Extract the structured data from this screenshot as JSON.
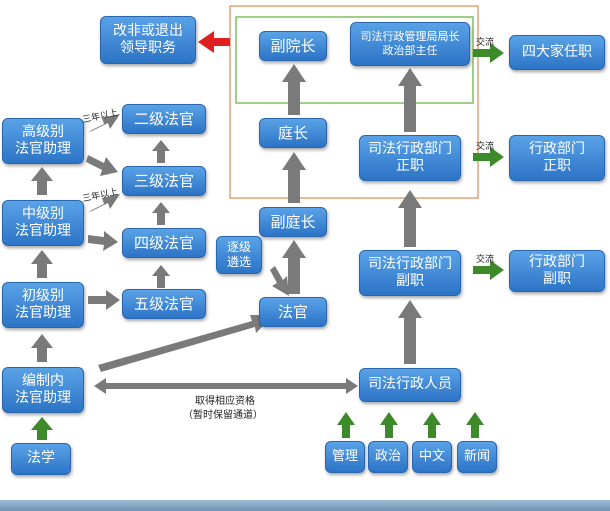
{
  "nodes": {
    "quit_leader": "改非或退出\n领导职务",
    "vice_president": "副院长",
    "director_political": "司法行政管理局局长\n政治部主任",
    "four_big": "四大家任职",
    "senior_assistant": "高级别\n法官助理",
    "judge_2": "二级法官",
    "chief_judge": "庭长",
    "admin_head": "司法行政部门\n正职",
    "admin_dept_head": "行政部门\n正职",
    "judge_3": "三级法官",
    "mid_assistant": "中级别\n法官助理",
    "vice_chief_judge": "副庭长",
    "judge_4": "四级法官",
    "select": "逐级\n遴选",
    "admin_deputy": "司法行政部门\n副职",
    "admin_dept_deputy": "行政部门\n副职",
    "junior_assistant": "初级别\n法官助理",
    "judge_5": "五级法官",
    "judge": "法官",
    "staff_assistant": "编制内\n法官助理",
    "admin_staff": "司法行政人员",
    "law": "法学",
    "management": "管理",
    "politics": "政治",
    "chinese": "中文",
    "journalism": "新闻"
  },
  "labels": {
    "three_years_1": "三年以上",
    "three_years_2": "三年以上",
    "exchange_1": "交流",
    "exchange_2": "交流",
    "exchange_3": "交流",
    "qualification": "取得相应资格",
    "reserve": "（暂时保留通道）"
  },
  "colors": {
    "node_top": "#5aa2e6",
    "node_bottom": "#2c74c6",
    "arrow_gray": "#7a7a7a",
    "arrow_green": "#3c8a2a",
    "arrow_red": "#e02020",
    "orange_frame": "#e8a070",
    "green_frame": "#7fbf60"
  }
}
